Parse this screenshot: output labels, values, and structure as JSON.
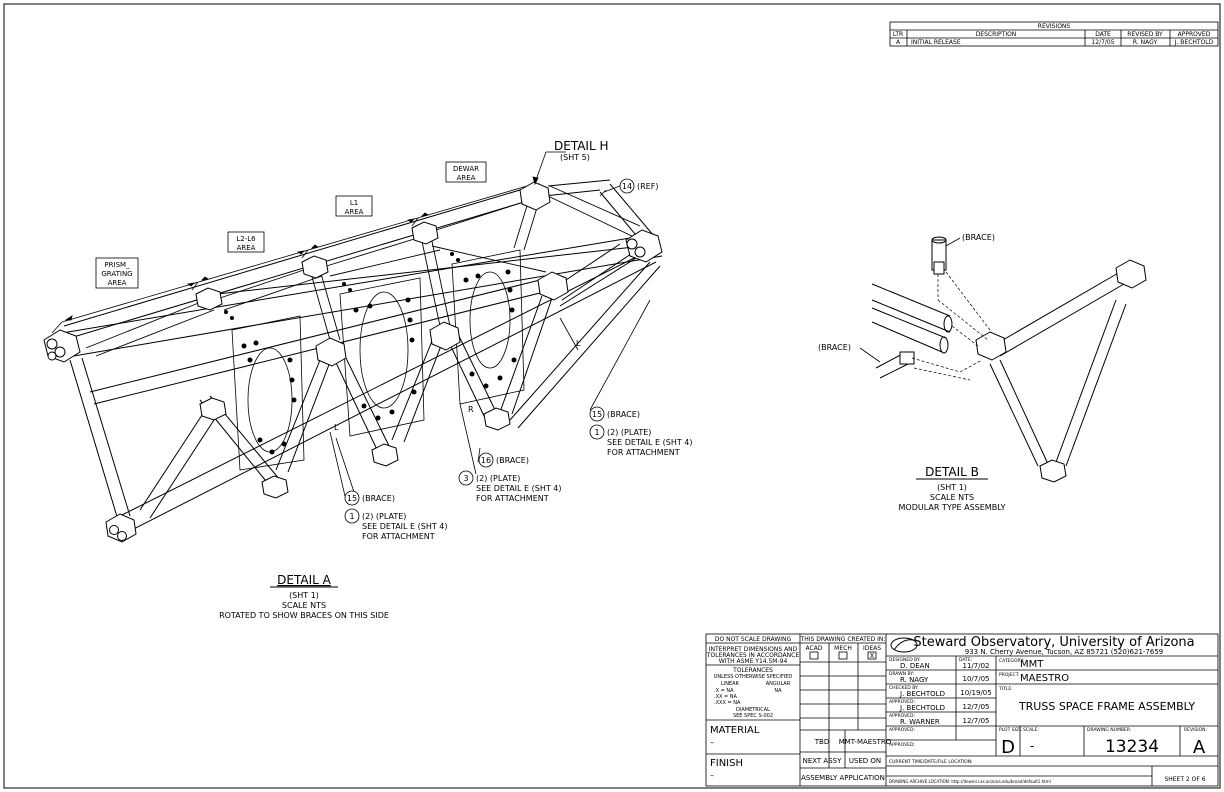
{
  "revisions": {
    "title": "REVISIONS",
    "headers": {
      "ltr": "LTR",
      "description": "DESCRIPTION",
      "date": "DATE",
      "revised_by": "REVISED BY",
      "approved": "APPROVED"
    },
    "row": {
      "ltr": "A",
      "description": "INITIAL RELEASE",
      "date": "12/7/05",
      "revised_by": "R. NAGY",
      "approved": "J. BECHTOLD"
    }
  },
  "detail_a": {
    "title": "DETAIL A",
    "sheet": "(SHT 1)",
    "scale": "SCALE NTS",
    "note": "ROTATED TO SHOW BRACES ON THIS SIDE",
    "areas": {
      "prism": [
        "PRISM_",
        "GRATING",
        "AREA"
      ],
      "l2_l6": [
        "L2-L6",
        "AREA"
      ],
      "l1": [
        "L1",
        "AREA"
      ],
      "dewar": [
        "DEWAR",
        "AREA"
      ]
    },
    "detail_h": {
      "title": "DETAIL H",
      "sheet": "(SHT 5)"
    },
    "callouts": {
      "c14": {
        "num": "14",
        "text": "(REF)"
      },
      "c15a": {
        "num": "15",
        "text": "(BRACE)"
      },
      "c1a": {
        "num": "1",
        "lines": [
          "(2) (PLATE)",
          "SEE DETAIL E (SHT 4)",
          "FOR ATTACHMENT"
        ]
      },
      "c16": {
        "num": "16",
        "text": "(BRACE)"
      },
      "c3": {
        "num": "3",
        "lines": [
          "(2) (PLATE)",
          "SEE DETAIL E (SHT 4)",
          "FOR ATTACHMENT"
        ]
      },
      "c15b": {
        "num": "15",
        "text": "(BRACE)"
      },
      "c1b": {
        "num": "1",
        "lines": [
          "(2) (PLATE)",
          "SEE DETAIL E (SHT 4)",
          "FOR ATTACHMENT"
        ]
      }
    },
    "labels": {
      "l_left": "L",
      "l_right": "L",
      "r": "R"
    }
  },
  "detail_b": {
    "title": "DETAIL B",
    "sheet": "(SHT 1)",
    "scale": "SCALE NTS",
    "note": "MODULAR TYPE ASSEMBLY",
    "brace_top": "(BRACE)",
    "brace_left": "(BRACE)"
  },
  "title_block": {
    "notes": {
      "do_not_scale": "DO NOT SCALE DRAWING",
      "interpret": [
        "INTERPRET DIMENSIONS AND",
        "TOLERANCES IN ACCORDANCE",
        "WITH ASME Y14.5M-94"
      ],
      "tolerances": "TOLERANCES",
      "unless": "UNLESS OTHERWISE SPECIFIED",
      "linear": "LINEAR",
      "angular": "ANGULAR",
      "tol_lines": [
        ".X   = NA",
        ".XX  = NA",
        ".XXX = NA"
      ],
      "angular_val": "NA",
      "diametrical": "DIAMETRICAL",
      "see_spec": "SEE SPEC S-002",
      "material_label": "MATERIAL",
      "material_val": "–",
      "finish_label": "FINISH",
      "finish_val": "–"
    },
    "created_in": {
      "title": "THIS DRAWING CREATED IN:",
      "acad": "ACAD",
      "mech": "MECH",
      "ideas": "IDEAS",
      "ideas_mark": "X"
    },
    "next_assy": {
      "tbd": "TBD",
      "assy": "MMT-MAESTRO",
      "next_assy": "NEXT ASSY",
      "used_on": "USED ON",
      "application": "ASSEMBLY APPLICATION"
    },
    "org": {
      "name": "Steward Observatory, University of Arizona",
      "address": "933 N. Cherry Avenue, Tucson, AZ  85721   (520)621-7659"
    },
    "signatures": [
      {
        "label": "DESIGNED BY:",
        "name": "D. DEAN",
        "date_label": "DATE:",
        "date": "11/7/02"
      },
      {
        "label": "DRAWN BY:",
        "name": "R. NAGY",
        "date": "10/7/05"
      },
      {
        "label": "CHECKED BY:",
        "name": "J. BECHTOLD",
        "date": "10/19/05"
      },
      {
        "label": "APPROVED:",
        "name": "J. BECHTOLD",
        "date": "12/7/05"
      },
      {
        "label": "APPROVED:",
        "name": "R. WARNER",
        "date": "12/7/05"
      },
      {
        "label": "APPROVED:",
        "name": "",
        "date": ""
      },
      {
        "label": "APPROVED:",
        "name": "",
        "date": ""
      }
    ],
    "category_label": "CATEGORY:",
    "category": "MMT",
    "project_label": "PROJECT:",
    "project": "MAESTRO",
    "title_label": "TITLE:",
    "title": "TRUSS SPACE FRAME ASSEMBLY",
    "plot_size_label": "PLOT SIZE",
    "plot_size": "D",
    "scale_label": "SCALE:",
    "scale": "-",
    "drawing_number_label": "DRAWING NUMBER:",
    "drawing_number": "13234",
    "revision_label": "REVISION:",
    "revision": "A",
    "current_time_label": "CURRENT TIME/DATE/FILE LOCATION:",
    "archive_label": "DRAWING ARCHIVE LOCATION: http://dewinci.as.arizona.edu/broad/default1.html",
    "sheet": "SHEET 2 OF 6"
  }
}
